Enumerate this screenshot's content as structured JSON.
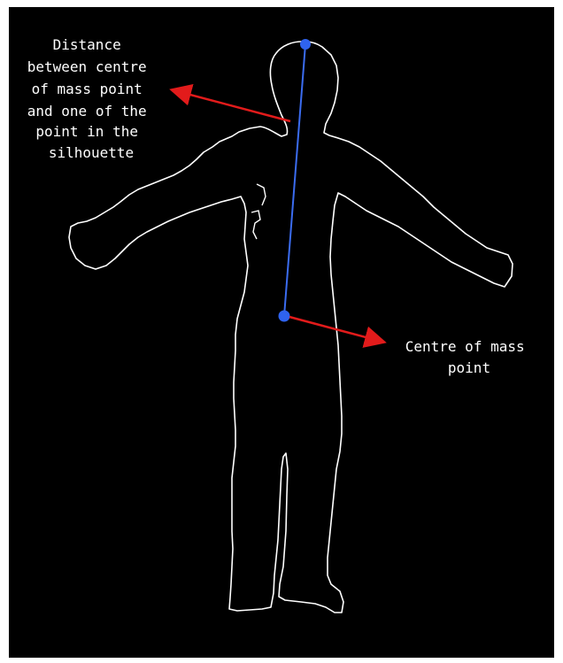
{
  "colors": {
    "background": "#000000",
    "outline": "#ffffff",
    "line": "#3b6cf0",
    "point": "#2f63ee",
    "arrow": "#e21b1b",
    "frame": "#ffffff"
  },
  "annotations": {
    "distance_label": [
      "Distance",
      "between centre",
      "of mass point",
      "and one of the",
      "point in the",
      "silhouette"
    ],
    "centre_label": [
      "Centre of mass",
      "point"
    ]
  },
  "icons": {
    "top_point": "blue-dot",
    "centre_point": "blue-dot",
    "arrows": "red-arrow"
  }
}
